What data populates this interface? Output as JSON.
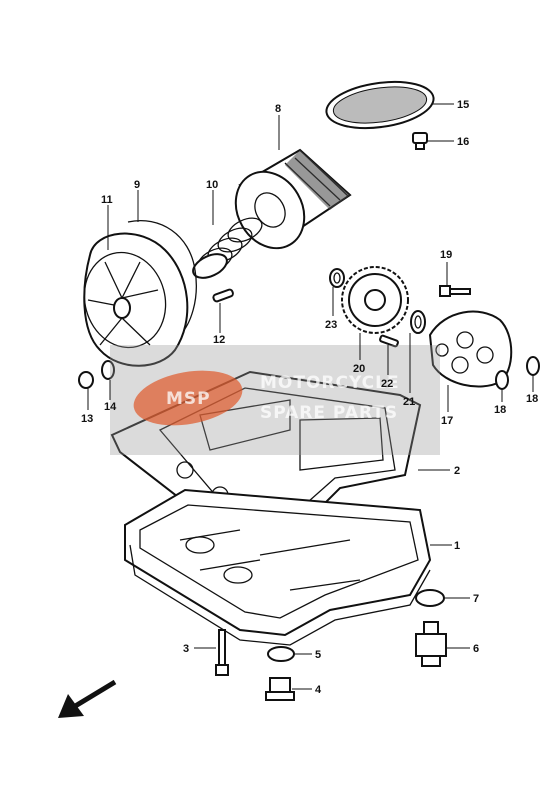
{
  "watermark": {
    "badge": "MSP",
    "line1": "MOTORCYCLE",
    "line2": "SPARE PARTS",
    "color": "#e0582a"
  },
  "callouts": [
    {
      "label": "1"
    },
    {
      "label": "2"
    },
    {
      "label": "3"
    },
    {
      "label": "4"
    },
    {
      "label": "5"
    },
    {
      "label": "6"
    },
    {
      "label": "7"
    },
    {
      "label": "8"
    },
    {
      "label": "9"
    },
    {
      "label": "10"
    },
    {
      "label": "11"
    },
    {
      "label": "12"
    },
    {
      "label": "13"
    },
    {
      "label": "14"
    },
    {
      "label": "15"
    },
    {
      "label": "16"
    },
    {
      "label": "17"
    },
    {
      "label": "18"
    },
    {
      "label": "18"
    },
    {
      "label": "19"
    },
    {
      "label": "20"
    },
    {
      "label": "21"
    },
    {
      "label": "22"
    },
    {
      "label": "23"
    }
  ],
  "orientation_arrow": "arrow-down-left-icon"
}
